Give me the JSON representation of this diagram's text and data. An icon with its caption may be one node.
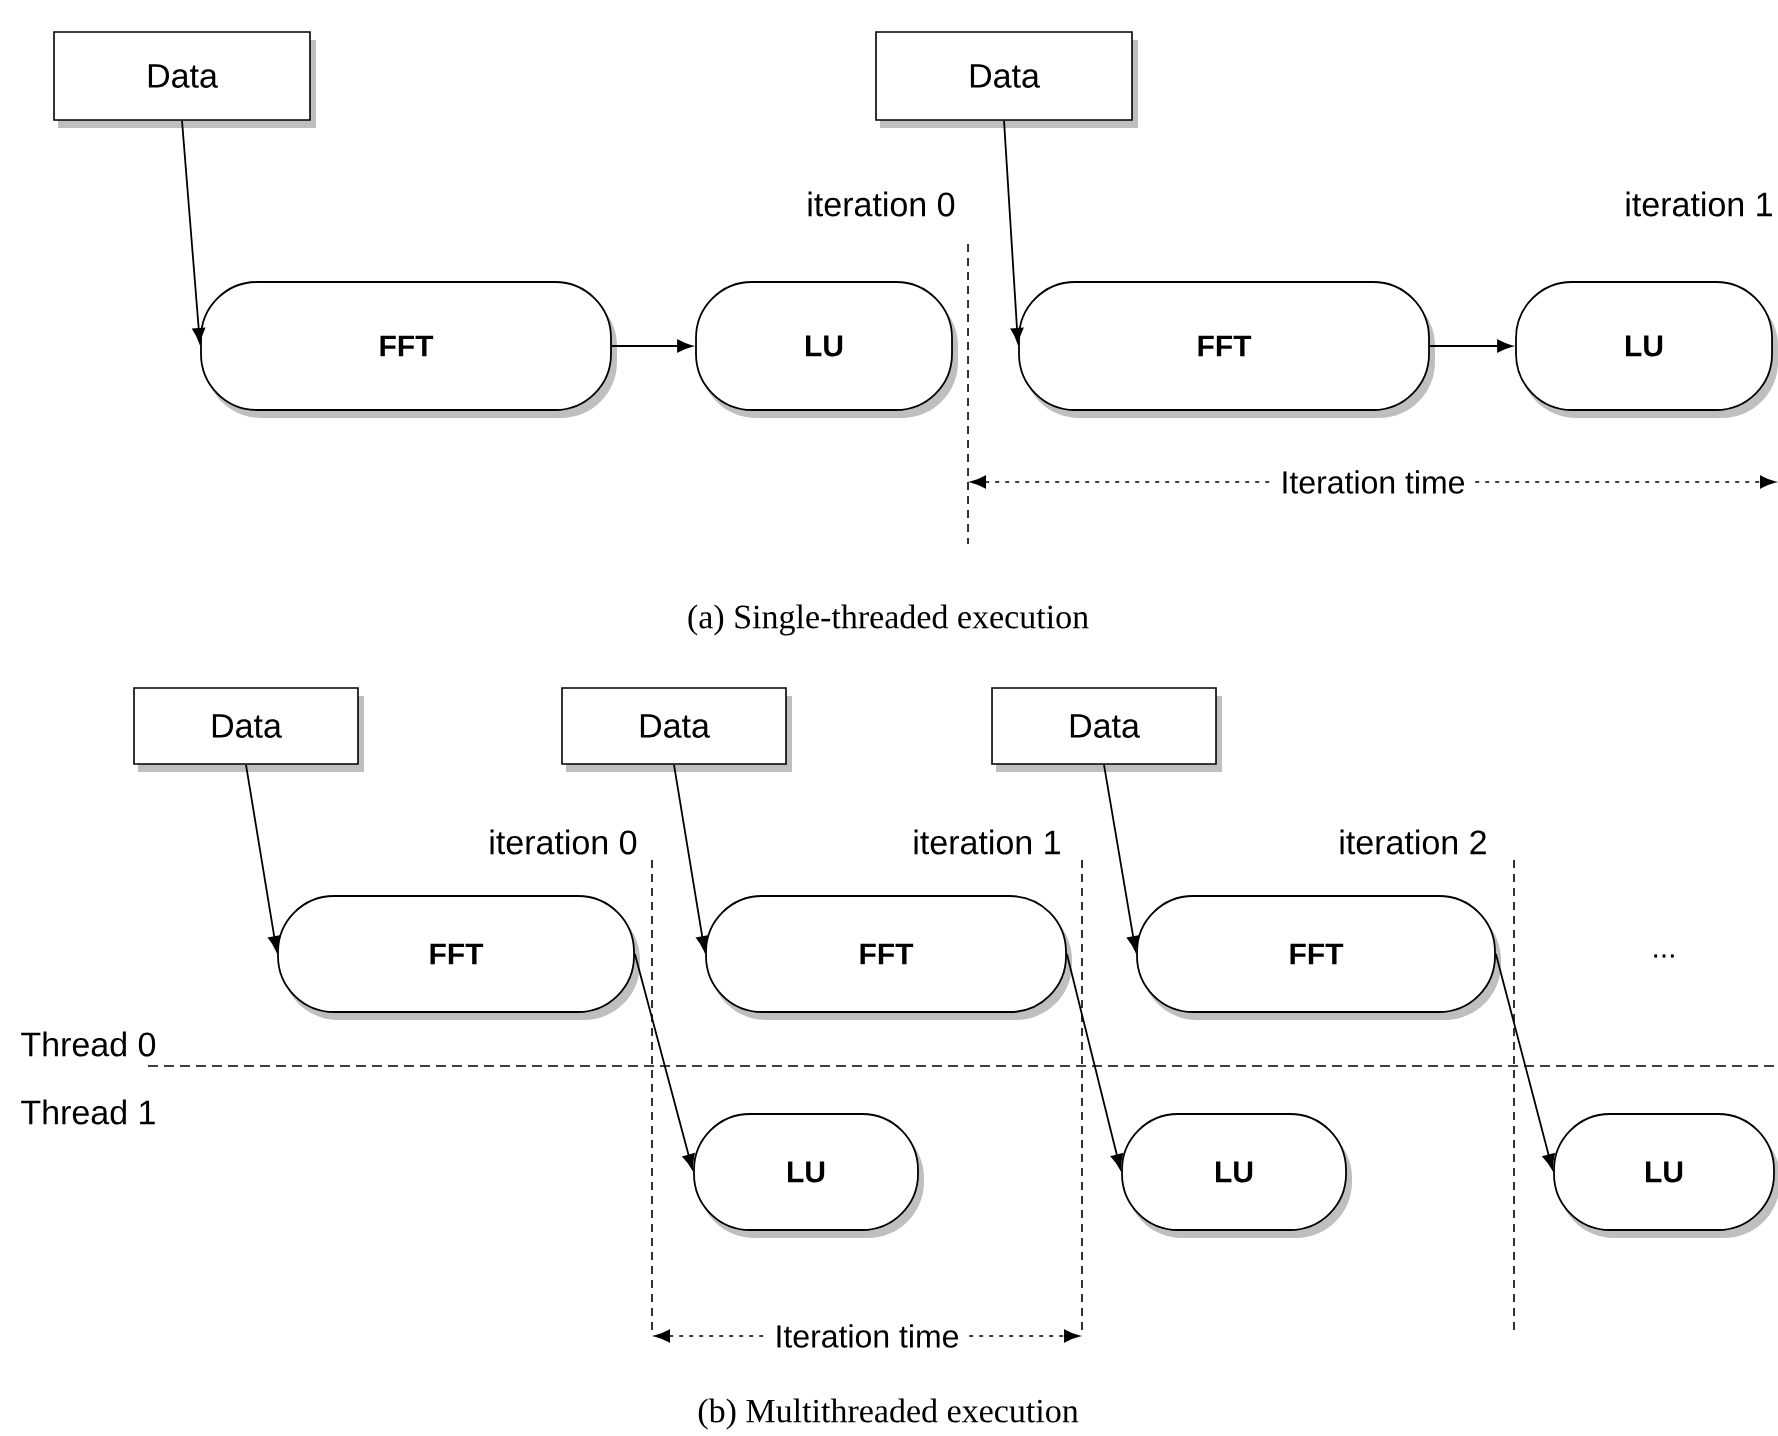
{
  "diagram": {
    "nodes": [
      {
        "text": [
          "Data"
        ]
      },
      {
        "text": [
          "Data"
        ]
      },
      {
        "text": [
          "FFT"
        ]
      },
      {
        "text": [
          "LU"
        ]
      },
      {
        "text": [
          "FFT"
        ]
      },
      {
        "text": [
          "LU"
        ]
      },
      {
        "text": [
          "Data"
        ]
      },
      {
        "text": [
          "Data"
        ]
      },
      {
        "text": [
          "Data"
        ]
      },
      {
        "text": [
          "FFT"
        ]
      },
      {
        "text": [
          "FFT"
        ]
      },
      {
        "text": [
          "FFT"
        ]
      },
      {
        "text": [
          "LU"
        ]
      },
      {
        "text": [
          "LU"
        ]
      },
      {
        "text": [
          "LU"
        ]
      }
    ],
    "edges": [
      {
        "from": 0,
        "to": 2,
        "arrow": "to"
      },
      {
        "from": 2,
        "to": 3,
        "arrow": "to"
      },
      {
        "from": 1,
        "to": 4,
        "arrow": "to"
      },
      {
        "from": 4,
        "to": 5,
        "arrow": "to"
      },
      {
        "from": 6,
        "to": 9,
        "arrow": "to"
      },
      {
        "from": 7,
        "to": 10,
        "arrow": "to"
      },
      {
        "from": 8,
        "to": 11,
        "arrow": "to"
      },
      {
        "from": 9,
        "to": 12,
        "arrow": "to"
      },
      {
        "from": 10,
        "to": 13,
        "arrow": "to"
      },
      {
        "from": 11,
        "to": 14,
        "arrow": "to"
      }
    ],
    "labels": [
      "iteration 0",
      "iteration 1",
      "Iteration time",
      "(a)  Single-threaded execution",
      "iteration 0",
      "iteration 1",
      "iteration 2",
      "...",
      "Thread 0",
      "Thread 1",
      "Iteration time",
      "(b)  Multithreaded execution"
    ]
  }
}
